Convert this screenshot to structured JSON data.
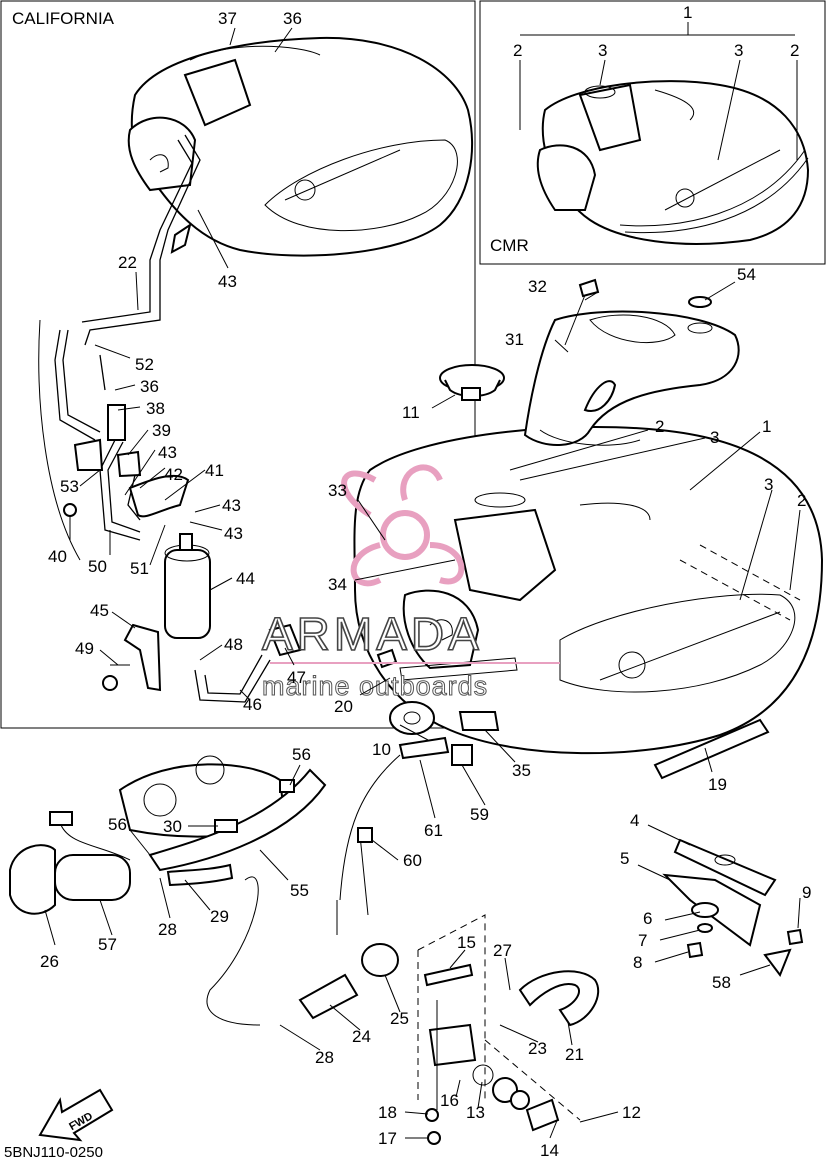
{
  "captions": {
    "california": "CALIFORNIA",
    "cmr": "CMR",
    "diagram_code": "5BNJ110-0250",
    "fwd": "FWD"
  },
  "watermark": {
    "brand": "ARMADA",
    "tagline": "marine outboards",
    "accent_color": "#e8a0c0"
  },
  "callouts": [
    "1",
    "2",
    "3",
    "4",
    "5",
    "6",
    "7",
    "8",
    "9",
    "10",
    "11",
    "12",
    "13",
    "14",
    "15",
    "16",
    "17",
    "18",
    "19",
    "20",
    "21",
    "22",
    "23",
    "24",
    "25",
    "26",
    "27",
    "28",
    "29",
    "30",
    "31",
    "32",
    "33",
    "34",
    "35",
    "36",
    "37",
    "38",
    "39",
    "40",
    "41",
    "42",
    "43",
    "44",
    "45",
    "46",
    "47",
    "48",
    "49",
    "50",
    "51",
    "52",
    "53",
    "54",
    "55",
    "56",
    "57",
    "58",
    "59",
    "60",
    "61"
  ]
}
